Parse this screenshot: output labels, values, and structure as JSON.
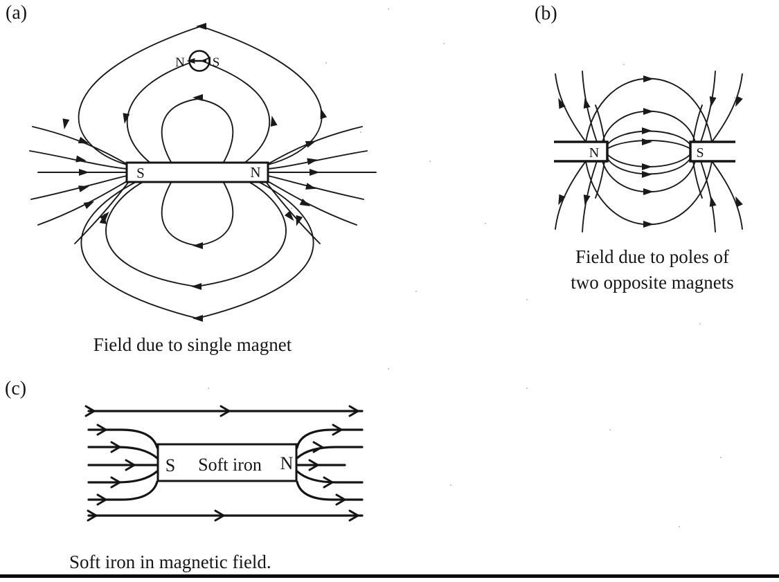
{
  "page": {
    "background": "#ffffff",
    "ink": "#161616"
  },
  "figures": {
    "a": {
      "label": "(a)",
      "caption": "Field due to single magnet",
      "magnet": {
        "left_pole": "S",
        "right_pole": "N"
      },
      "compass": {
        "left_label": "N",
        "right_label": "S"
      }
    },
    "b": {
      "label": "(b)",
      "caption_line1": "Field due to poles of",
      "caption_line2": "two opposite magnets",
      "left_magnet_pole": "N",
      "right_magnet_pole": "S"
    },
    "c": {
      "label": "(c)",
      "caption": "Soft iron in magnetic field.",
      "left_pole_label": "S",
      "bar_label": "Soft iron",
      "right_pole_label": "N"
    }
  }
}
